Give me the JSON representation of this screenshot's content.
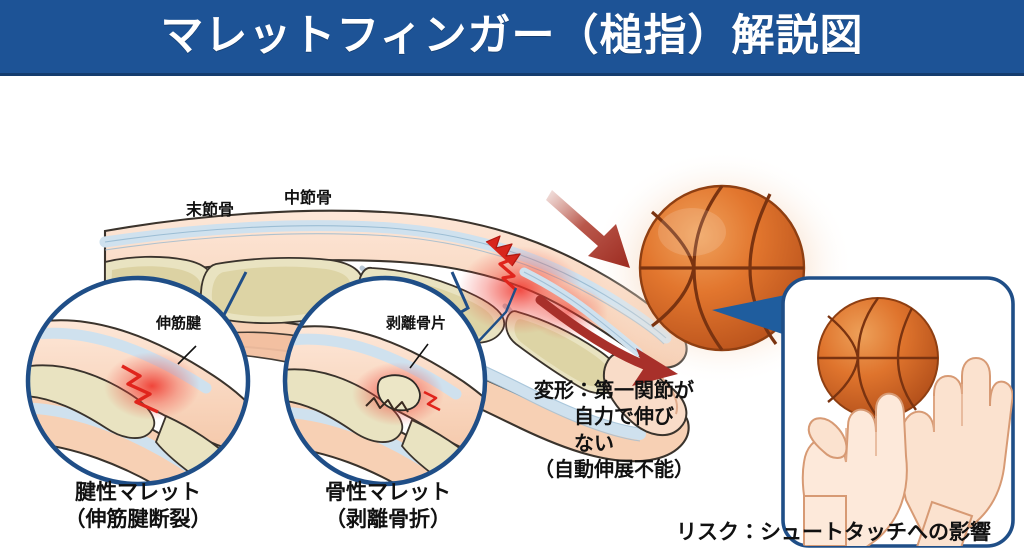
{
  "header": {
    "title": "マレットフィンガー（槌指）解説図",
    "bg_color": "#1d5396",
    "text_color": "#ffffff"
  },
  "main_illustration": {
    "name": "finger-anatomy-cutaway",
    "labels": [
      {
        "id": "distal-phalanx",
        "text": "末節骨"
      },
      {
        "id": "middle-phalanx",
        "text": "中節骨"
      }
    ],
    "injury_marker": "tendon-rupture-zigzag",
    "colors": {
      "skin_light": "#fbe3d3",
      "skin_mid": "#f6cdb3",
      "skin_shadow": "#edb392",
      "bone_light": "#eae4c2",
      "bone_mid": "#d8cd9f",
      "tendon": "#cfe1ee",
      "outline": "#2d2a26",
      "injury_red": "#e03127"
    }
  },
  "insets": [
    {
      "id": "tendinous-mallet",
      "pointer_label": "伸筋腱",
      "caption_line1": "腱性マレット",
      "caption_line2": "（伸筋腱断裂）",
      "border_color": "#1f4e87"
    },
    {
      "id": "bony-mallet",
      "pointer_label": "剥離骨片",
      "caption_line1": "骨性マレット",
      "caption_line2": "（剥離骨折）",
      "border_color": "#1f4e87"
    }
  ],
  "deformity_note": {
    "lines": [
      "変形：第一関節が",
      "自力で伸び",
      "ない",
      "（自動伸展不能）"
    ]
  },
  "basketball": {
    "name": "basketball-top",
    "base_color": "#e2762e",
    "shade_color": "#c1571d",
    "seam_color": "#7a3310"
  },
  "arrows": [
    {
      "id": "impact-arrow",
      "color": "#a8332a",
      "direction": "down-right"
    },
    {
      "id": "deformity-arrow",
      "color": "#a8302a",
      "direction": "curved-right-down"
    }
  ],
  "risk_panel": {
    "border_color": "#1f4e87",
    "tail_color": "#1f5d9e",
    "caption": "リスク：シュートタッチへの影響",
    "illustration": "hands-holding-basketball"
  }
}
